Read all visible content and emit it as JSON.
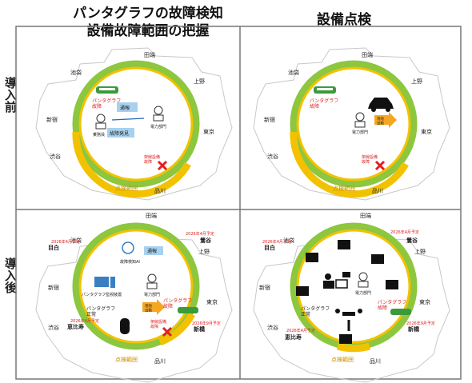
{
  "header": {
    "left_title_line1": "パンタグラフの故障検知",
    "left_title_line2": "設備故障範囲の把握",
    "right_title": "設備点検"
  },
  "rows": {
    "before": "導入前",
    "after": "導入後"
  },
  "stations": {
    "tabata": "田端",
    "ueno": "上野",
    "tokyo": "東京",
    "shinagawa": "品川",
    "shibuya": "渋谷",
    "shinjuku": "新宿",
    "ikebukuro": "池袋",
    "mejiro": "目白",
    "uguisudani": "鶯谷",
    "ebisu": "恵比寿",
    "shimbashi": "新橋"
  },
  "labels": {
    "pantograph_fault": "パンタグラフ\n故障",
    "pantograph_normal": "パンタグラフ\n正常",
    "conductor": "乗務員",
    "report": "通報",
    "fault_found": "故障発見",
    "power_dept": "電力部門",
    "equipment_fault": "架線設備\n故障",
    "inspection_range": "点検範囲",
    "on_site": "現地\n出動",
    "ai_detect": "故障検知AI",
    "monitor": "パンタグラフ監視装置",
    "date_uguisudani": "2026年4月予定",
    "date_mejiro": "2026年4月予定",
    "date_shimbashi": "2026年9月予定",
    "date_ebisu": "2026年4月予定"
  },
  "colors": {
    "ring_green": "#8dc63f",
    "ring_yellow": "#f2c200",
    "train_green": "#3c9a3c",
    "fault_red": "#e02020",
    "callout_blue": "#a7d1ee",
    "arrow_orange": "#f5a623",
    "grid_border": "#777777"
  }
}
